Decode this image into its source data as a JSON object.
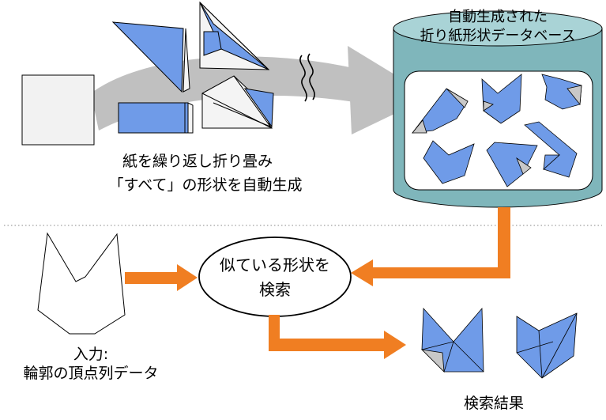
{
  "top_section": {
    "caption_line1": "紙を繰り返し折り畳み",
    "caption_line2": "「すべて」の形状を自動生成",
    "database_label_line1": "自動生成された",
    "database_label_line2": "折り紙形状データベース"
  },
  "bottom_section": {
    "input_label_line1": "入力:",
    "input_label_line2": "輪郭の頂点列データ",
    "search_line1": "似ている形状を",
    "search_line2": "検索",
    "results_label": "検索結果"
  },
  "colors": {
    "paper_blue": "#6f9be8",
    "paper_white": "#f4f4f4",
    "paper_gray": "#c8c8c8",
    "flow_gray": "#c0c0c0",
    "cylinder_teal": "#7fb6bb",
    "arrow_orange": "#f07e22"
  },
  "icons": {
    "squiggle": "break-squiggle-icon",
    "cylinder": "database-cylinder-icon"
  }
}
